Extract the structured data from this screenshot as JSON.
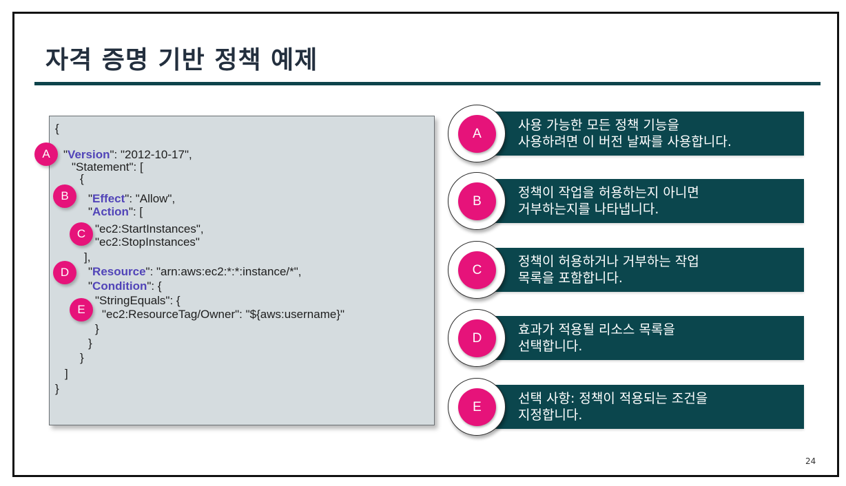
{
  "slide": {
    "title": "자격 증명 기반 정책 예제",
    "page_number": "24"
  },
  "colors": {
    "accent_teal": "#0b464d",
    "marker_pink": "#e6137a",
    "key_purple": "#5144b8",
    "code_bg": "#d5dcdf"
  },
  "code": {
    "lines": [
      {
        "indent": "",
        "pre": "{",
        "key": "",
        "post": ""
      },
      {
        "indent": "",
        "pre": "\"",
        "key": "Version",
        "post": "\": \"2012-10-17\","
      },
      {
        "indent": "",
        "pre": "\"Statement\": [",
        "key": "",
        "post": ""
      },
      {
        "indent": "",
        "pre": "{",
        "key": "",
        "post": ""
      },
      {
        "indent": "",
        "pre": "\"",
        "key": "Effect",
        "post": "\": \"Allow\","
      },
      {
        "indent": "",
        "pre": "\"",
        "key": "Action",
        "post": "\": ["
      },
      {
        "indent": "",
        "pre": "\"ec2:StartInstances\",",
        "key": "",
        "post": ""
      },
      {
        "indent": "",
        "pre": "\"ec2:StopInstances\"",
        "key": "",
        "post": ""
      },
      {
        "indent": "",
        "pre": "],",
        "key": "",
        "post": ""
      },
      {
        "indent": "",
        "pre": "\"",
        "key": "Resource",
        "post": "\": \"arn:aws:ec2:*:*:instance/*\","
      },
      {
        "indent": "",
        "pre": "\"",
        "key": "Condition",
        "post": "\": {"
      },
      {
        "indent": "",
        "pre": "\"StringEquals\": {",
        "key": "",
        "post": ""
      },
      {
        "indent": "",
        "pre": "\"ec2:ResourceTag/Owner\": \"${aws:username}\"",
        "key": "",
        "post": ""
      },
      {
        "indent": "",
        "pre": "}",
        "key": "",
        "post": ""
      },
      {
        "indent": "",
        "pre": "}",
        "key": "",
        "post": ""
      },
      {
        "indent": "",
        "pre": "}",
        "key": "",
        "post": ""
      },
      {
        "indent": "",
        "pre": "]",
        "key": "",
        "post": ""
      },
      {
        "indent": "",
        "pre": "}",
        "key": "",
        "post": ""
      }
    ],
    "markers": [
      "A",
      "B",
      "C",
      "D",
      "E"
    ]
  },
  "callouts": [
    {
      "letter": "A",
      "line1": "사용 가능한 모든 정책 기능을",
      "line2": "사용하려면 이 버전 날짜를 사용합니다."
    },
    {
      "letter": "B",
      "line1": "정책이 작업을 허용하는지 아니면",
      "line2": "거부하는지를 나타냅니다."
    },
    {
      "letter": "C",
      "line1": "정책이 허용하거나 거부하는 작업",
      "line2": "목록을 포함합니다."
    },
    {
      "letter": "D",
      "line1": "효과가 적용될 리소스 목록을",
      "line2": "선택합니다."
    },
    {
      "letter": "E",
      "line1": "선택 사항: 정책이 적용되는 조건을",
      "line2": "지정합니다."
    }
  ]
}
